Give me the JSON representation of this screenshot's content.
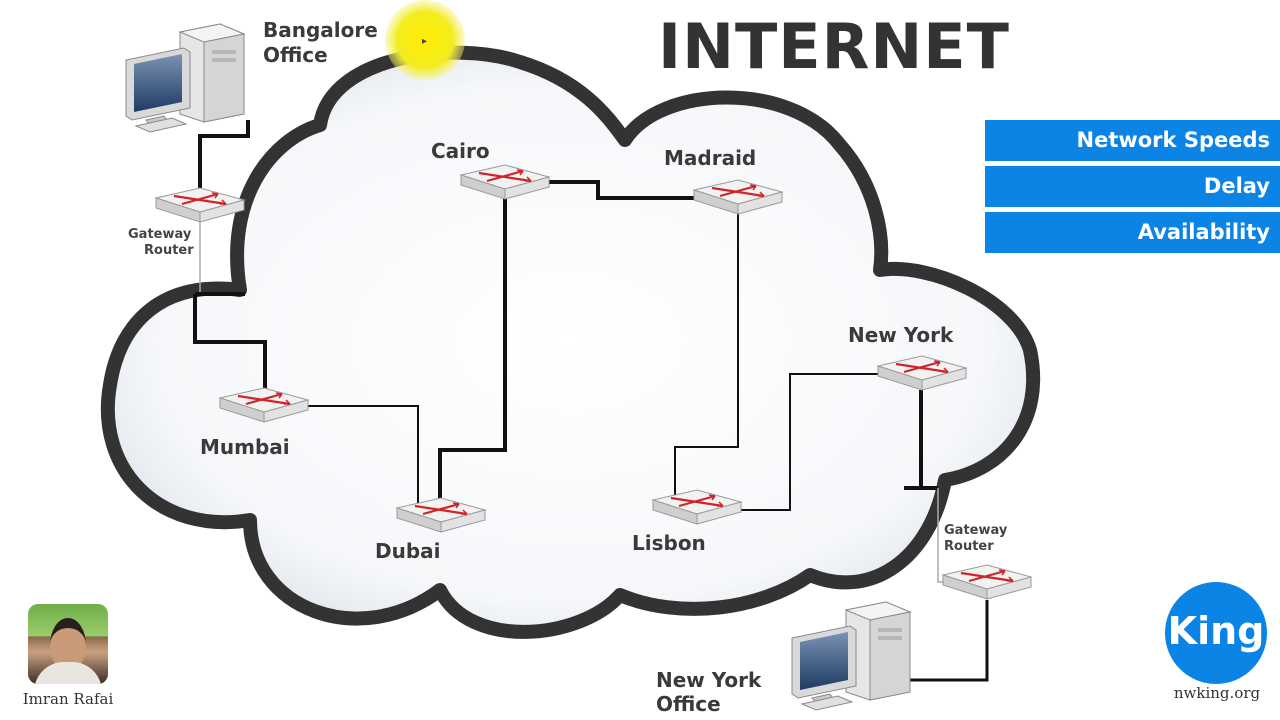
{
  "title": "INTERNET",
  "sidebar": {
    "items": [
      {
        "label": "Network Speeds"
      },
      {
        "label": "Delay"
      },
      {
        "label": "Availability"
      }
    ]
  },
  "offices": {
    "bangalore": {
      "line1": "Bangalore",
      "line2": "Office"
    },
    "newyork": {
      "line1": "New York",
      "line2": "Office"
    }
  },
  "gateway": {
    "line1": "Gateway",
    "line2": "Router"
  },
  "routers": {
    "cairo": "Cairo",
    "madraid": "Madraid",
    "mumbai": "Mumbai",
    "dubai": "Dubai",
    "newyork": "New York",
    "lisbon": "Lisbon"
  },
  "presenter": {
    "name": "Imran Rafai"
  },
  "brand": {
    "logo_text": "King",
    "url": "nwking.org"
  },
  "colors": {
    "accent": "#0b84e6",
    "highlight": "#ffef00",
    "router_x": "#d0242b"
  }
}
